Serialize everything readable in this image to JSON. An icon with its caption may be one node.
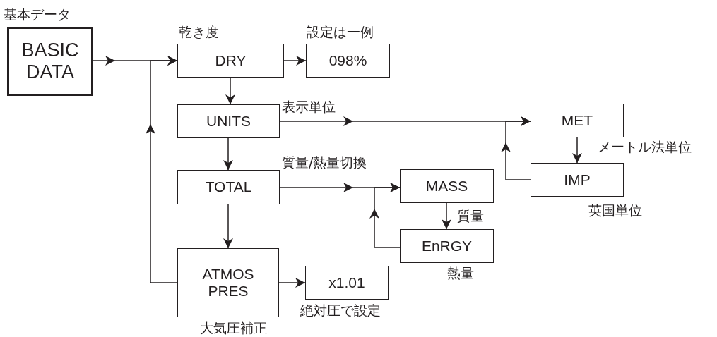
{
  "diagram": {
    "nodes": [
      {
        "text": [
          "基本データ",
          "BASIC DATA"
        ]
      },
      {
        "text": [
          "乾き度",
          "DRY"
        ]
      },
      {
        "text": [
          "設定は一例",
          "098%"
        ]
      },
      {
        "text": [
          "UNITS"
        ],
        "beside": [
          "表示単位"
        ]
      },
      {
        "text": [
          "MET"
        ],
        "beside": [
          "メートル法単位"
        ]
      },
      {
        "text": [
          "IMP"
        ],
        "beside": [
          "英国単位"
        ]
      },
      {
        "text": [
          "TOTAL"
        ],
        "beside": [
          "質量/熱量切換"
        ]
      },
      {
        "text": [
          "MASS"
        ],
        "beside": [
          "質量"
        ]
      },
      {
        "text": [
          "EnRGY"
        ],
        "beside": [
          "熱量"
        ]
      },
      {
        "text": [
          "ATMOS PRES"
        ],
        "beside": [
          "大気圧補正"
        ]
      },
      {
        "text": [
          "x1.01"
        ],
        "beside": [
          "絶対圧で設定"
        ]
      }
    ],
    "edges": [
      {
        "from": 0,
        "to": 1,
        "arrow": "to"
      },
      {
        "from": 9,
        "to": 1,
        "arrow": "to"
      },
      {
        "from": 1,
        "to": 2,
        "arrow": "to"
      },
      {
        "from": 1,
        "to": 3,
        "arrow": "to"
      },
      {
        "from": 3,
        "to": 4,
        "arrow": "to"
      },
      {
        "from": 5,
        "to": 4,
        "arrow": "to"
      },
      {
        "from": 4,
        "to": 5,
        "arrow": "to"
      },
      {
        "from": 3,
        "to": 6,
        "arrow": "to"
      },
      {
        "from": 6,
        "to": 7,
        "arrow": "to"
      },
      {
        "from": 8,
        "to": 7,
        "arrow": "to"
      },
      {
        "from": 7,
        "to": 8,
        "arrow": "to"
      },
      {
        "from": 6,
        "to": 9,
        "arrow": "to"
      },
      {
        "from": 9,
        "to": 10,
        "arrow": "to"
      }
    ]
  }
}
